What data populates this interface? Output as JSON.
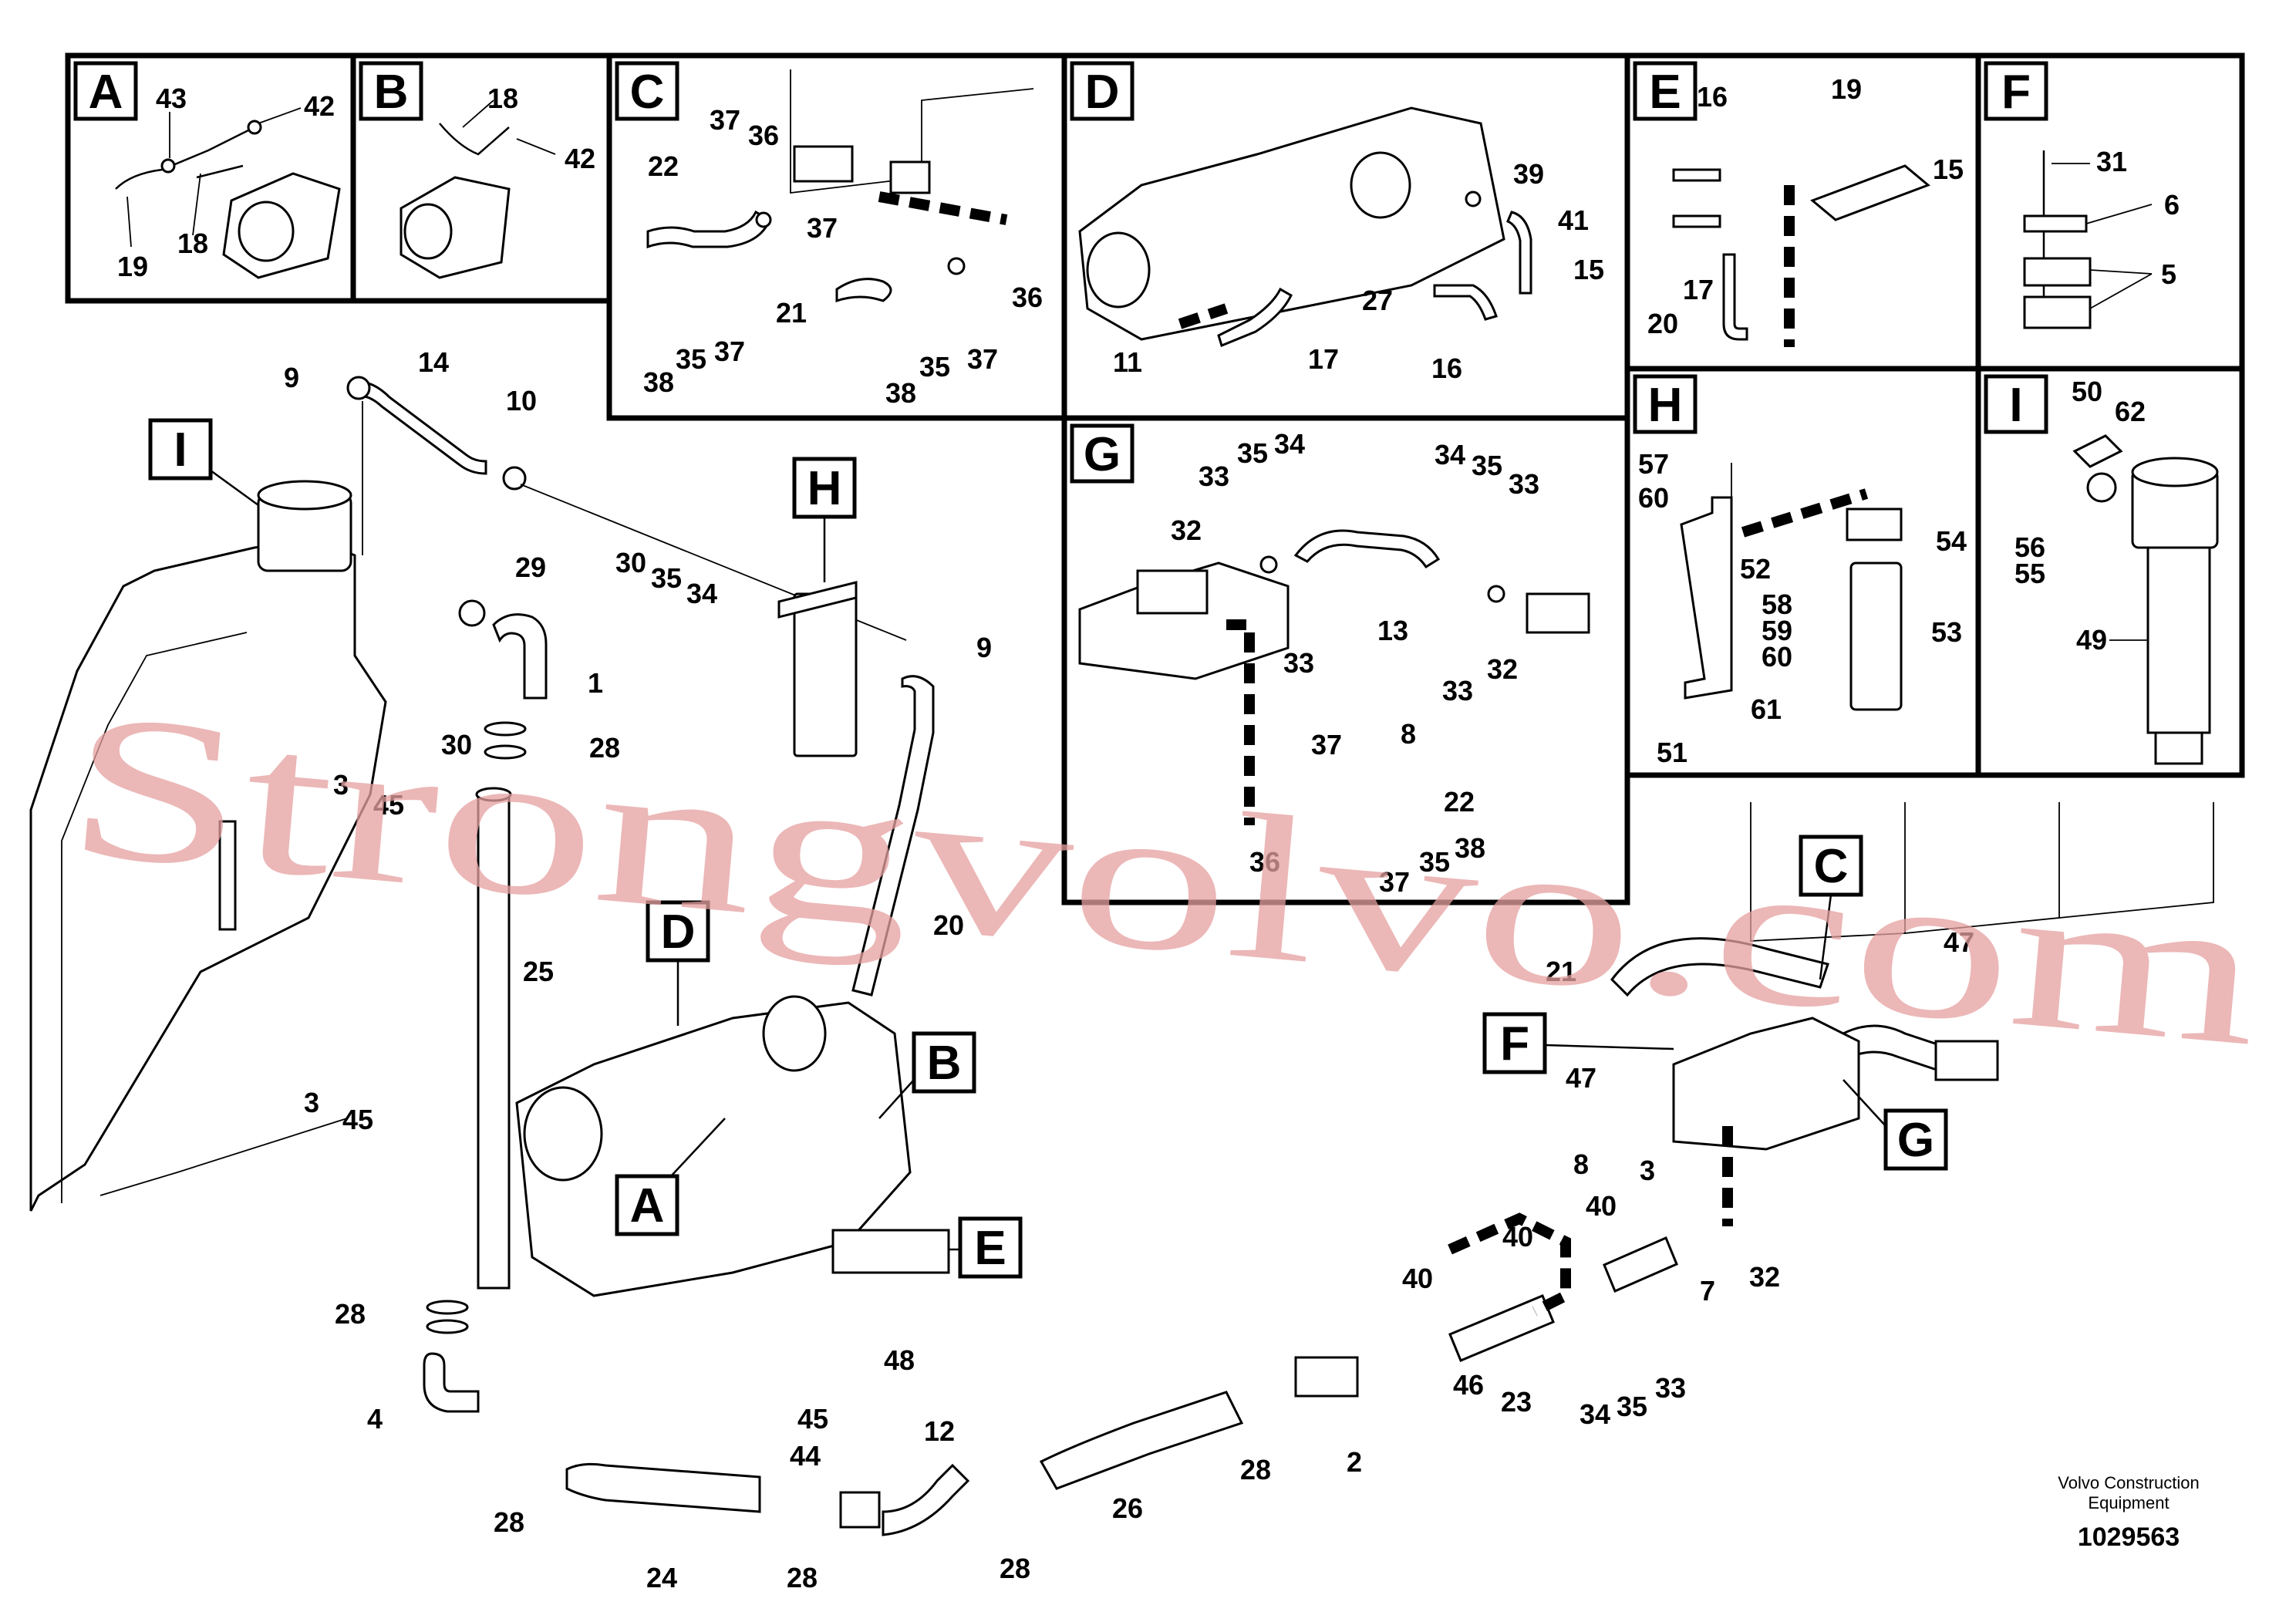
{
  "detail_boxes": [
    {
      "id": "box-a",
      "letter": "A"
    },
    {
      "id": "box-b",
      "letter": "B"
    },
    {
      "id": "box-c",
      "letter": "C"
    },
    {
      "id": "box-d",
      "letter": "D"
    },
    {
      "id": "box-e",
      "letter": "E"
    },
    {
      "id": "box-f",
      "letter": "F"
    },
    {
      "id": "box-g",
      "letter": "G"
    },
    {
      "id": "box-h",
      "letter": "H"
    },
    {
      "id": "box-i",
      "letter": "I"
    }
  ],
  "callouts": {
    "main_i": "I",
    "main_h": "H",
    "main_d": "D",
    "main_b": "B",
    "main_a": "A",
    "main_e": "E",
    "main_c": "C",
    "main_f": "F",
    "main_g": "G"
  },
  "part_numbers": {
    "a": [
      "43",
      "42",
      "19",
      "18"
    ],
    "b": [
      "18",
      "42"
    ],
    "c": [
      "37",
      "36",
      "22",
      "37",
      "36",
      "21",
      "35",
      "37",
      "38",
      "35",
      "37",
      "38"
    ],
    "d": [
      "39",
      "41",
      "15",
      "27",
      "16",
      "11",
      "17"
    ],
    "e": [
      "16",
      "19",
      "15",
      "17",
      "20"
    ],
    "f": [
      "31",
      "6",
      "5"
    ],
    "g": [
      "33",
      "35",
      "34",
      "34",
      "35",
      "33",
      "32",
      "13",
      "33",
      "33",
      "32",
      "37",
      "8",
      "22",
      "36",
      "37",
      "35",
      "38"
    ],
    "h": [
      "57",
      "60",
      "54",
      "52",
      "58",
      "59",
      "60",
      "53",
      "61",
      "51"
    ],
    "i": [
      "50",
      "62",
      "56",
      "55",
      "49"
    ],
    "main": [
      "9",
      "14",
      "10",
      "29",
      "30",
      "35",
      "34",
      "1",
      "9",
      "30",
      "28",
      "3",
      "45",
      "25",
      "20",
      "3",
      "45",
      "28",
      "4",
      "28",
      "24",
      "45",
      "44",
      "48",
      "12",
      "28",
      "28",
      "26",
      "28",
      "2",
      "46",
      "40",
      "23",
      "34",
      "35",
      "33",
      "40",
      "8",
      "3",
      "40",
      "7",
      "32",
      "21",
      "47",
      "47"
    ]
  },
  "watermark": "Strongvolvo.com",
  "footer": {
    "company_line1": "Volvo Construction",
    "company_line2": "Equipment",
    "drawing_number": "1029563"
  }
}
